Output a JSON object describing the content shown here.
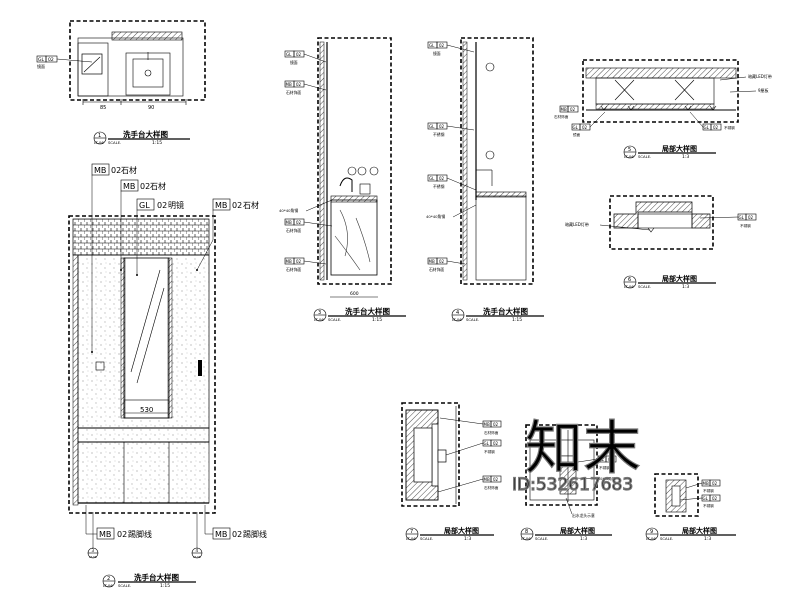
{
  "drawing": {
    "details": [
      {
        "num": "1",
        "sheet": "LT-06",
        "title": "洗手台大样图",
        "scale": "1:15",
        "scale_label": "SCALE."
      },
      {
        "num": "2",
        "sheet": "LT-06",
        "title": "洗手台大样图",
        "scale": "1:15",
        "scale_label": "SCALE."
      },
      {
        "num": "3",
        "sheet": "LT-06",
        "title": "洗手台大样图",
        "scale": "1:15",
        "scale_label": "SCALE."
      },
      {
        "num": "4",
        "sheet": "LT-06",
        "title": "洗手台大样图",
        "scale": "1:15",
        "scale_label": "SCALE."
      },
      {
        "num": "5",
        "sheet": "LT-06",
        "title": "局部大样图",
        "scale": "1:3",
        "scale_label": "SCALE."
      },
      {
        "num": "6",
        "sheet": "LT-06",
        "title": "局部大样图",
        "scale": "1:3",
        "scale_label": "SCALE."
      },
      {
        "num": "7",
        "sheet": "LT-06",
        "title": "局部大样图",
        "scale": "1:3",
        "scale_label": "SCALE."
      },
      {
        "num": "8",
        "sheet": "LT-06",
        "title": "局部大样图",
        "scale": "1:3",
        "scale_label": "SCALE."
      },
      {
        "num": "9",
        "sheet": "LT-06",
        "title": "局部大样图",
        "scale": "1:3",
        "scale_label": "SCALE."
      }
    ],
    "material_tags": [
      {
        "code": "MB",
        "num": "02",
        "name": "石材"
      },
      {
        "code": "MB",
        "num": "02",
        "name": "石材"
      },
      {
        "code": "GL",
        "num": "02",
        "name": "明镜"
      },
      {
        "code": "MB",
        "num": "02",
        "name": "石材"
      },
      {
        "code": "MB",
        "num": "02",
        "name": "踢脚线"
      },
      {
        "code": "MB",
        "num": "02",
        "name": "踢脚线"
      }
    ],
    "small_labels": {
      "stone": "石材饰面",
      "steel": "不锈钢",
      "mirror": "镜面",
      "angle_steel": "40*40角钢",
      "led": "暗藏LED灯带",
      "led_short": "暗藏LED灯带",
      "board": "9厘板",
      "drain": "出水龙头示意"
    },
    "dimensions": {
      "plan_left": "85",
      "plan_right": "90",
      "elev_width": "530",
      "sec3_width": "600"
    },
    "watermark": {
      "text": "知末",
      "id_text": "ID:532617683"
    }
  }
}
